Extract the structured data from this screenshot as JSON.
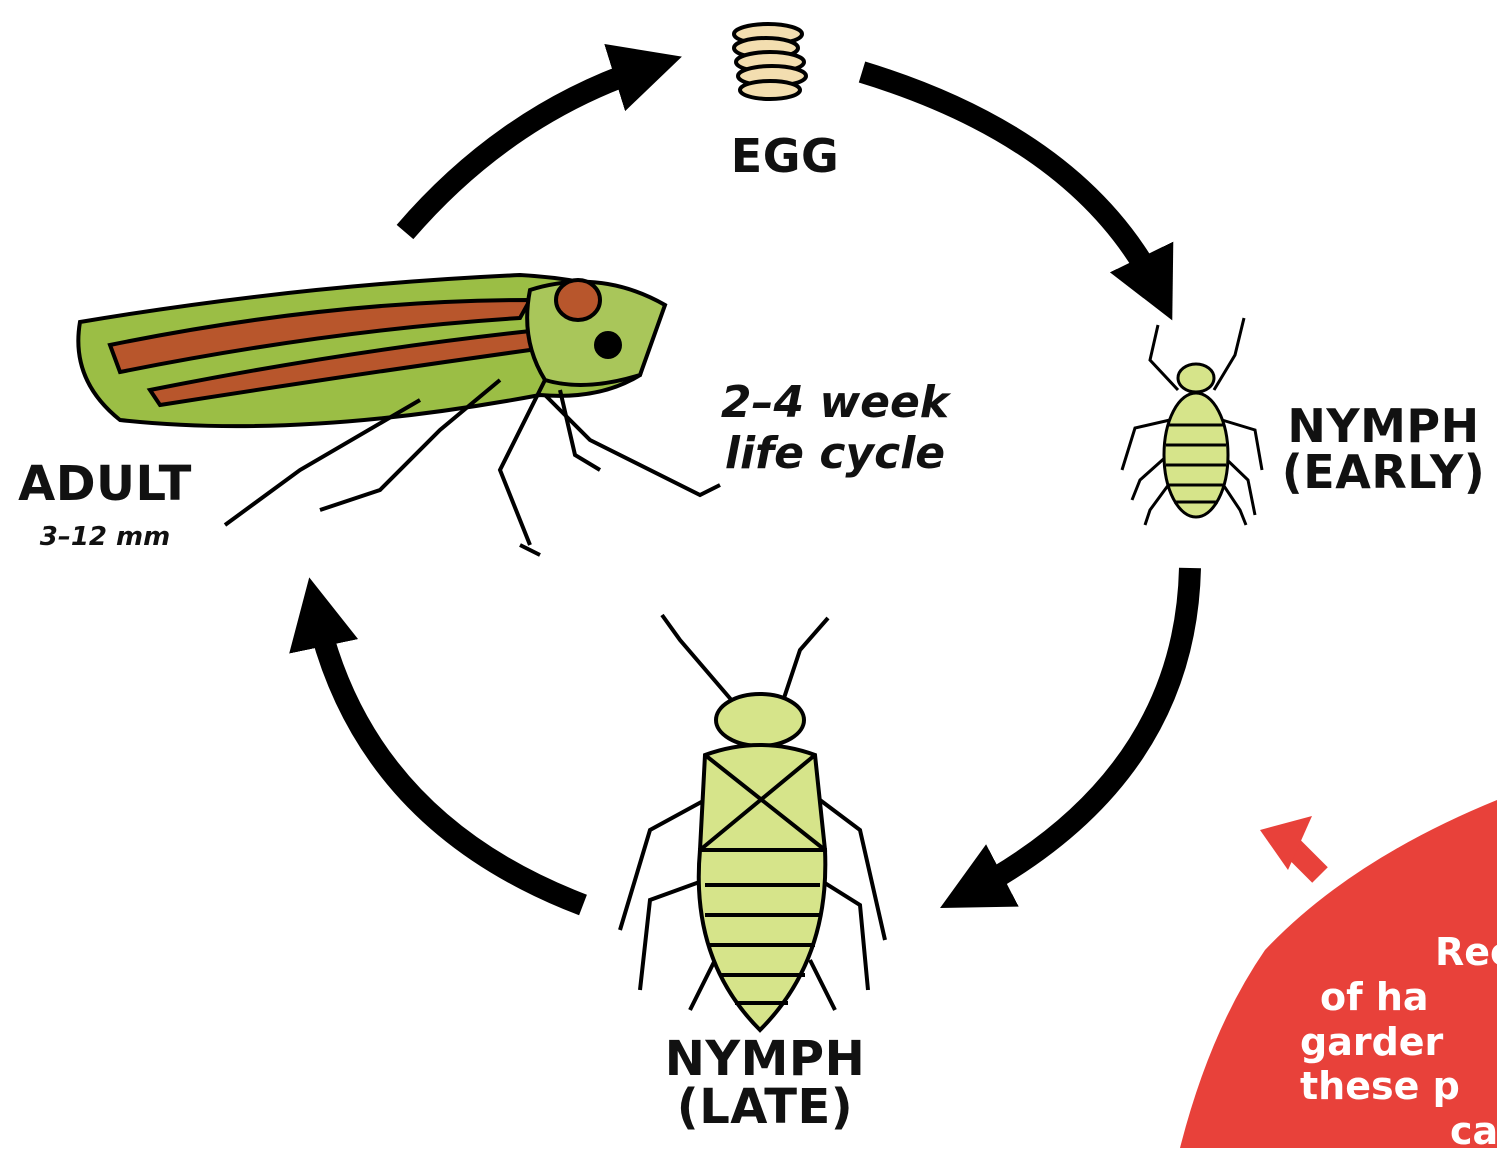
{
  "stages": {
    "egg": {
      "label": "EGG"
    },
    "nymph_early": {
      "label_line1": "NYMPH",
      "label_line2": "(EARLY)"
    },
    "nymph_late": {
      "label_line1": "NYMPH",
      "label_line2": "(LATE)"
    },
    "adult": {
      "label": "ADULT",
      "size": "3–12 mm"
    }
  },
  "centre_note": {
    "line1": "2–4 week",
    "line2": "life cycle"
  },
  "callout": {
    "color": "#e8413a",
    "lines": [
      "Rec",
      "of ha",
      "garder",
      "these p",
      "ca"
    ]
  },
  "colors": {
    "arrow": "#000000",
    "egg": "#f3deb0",
    "insect_light": "#d6e48a",
    "insect_green": "#9bbe45",
    "wing_stripe": "#b8562c"
  }
}
